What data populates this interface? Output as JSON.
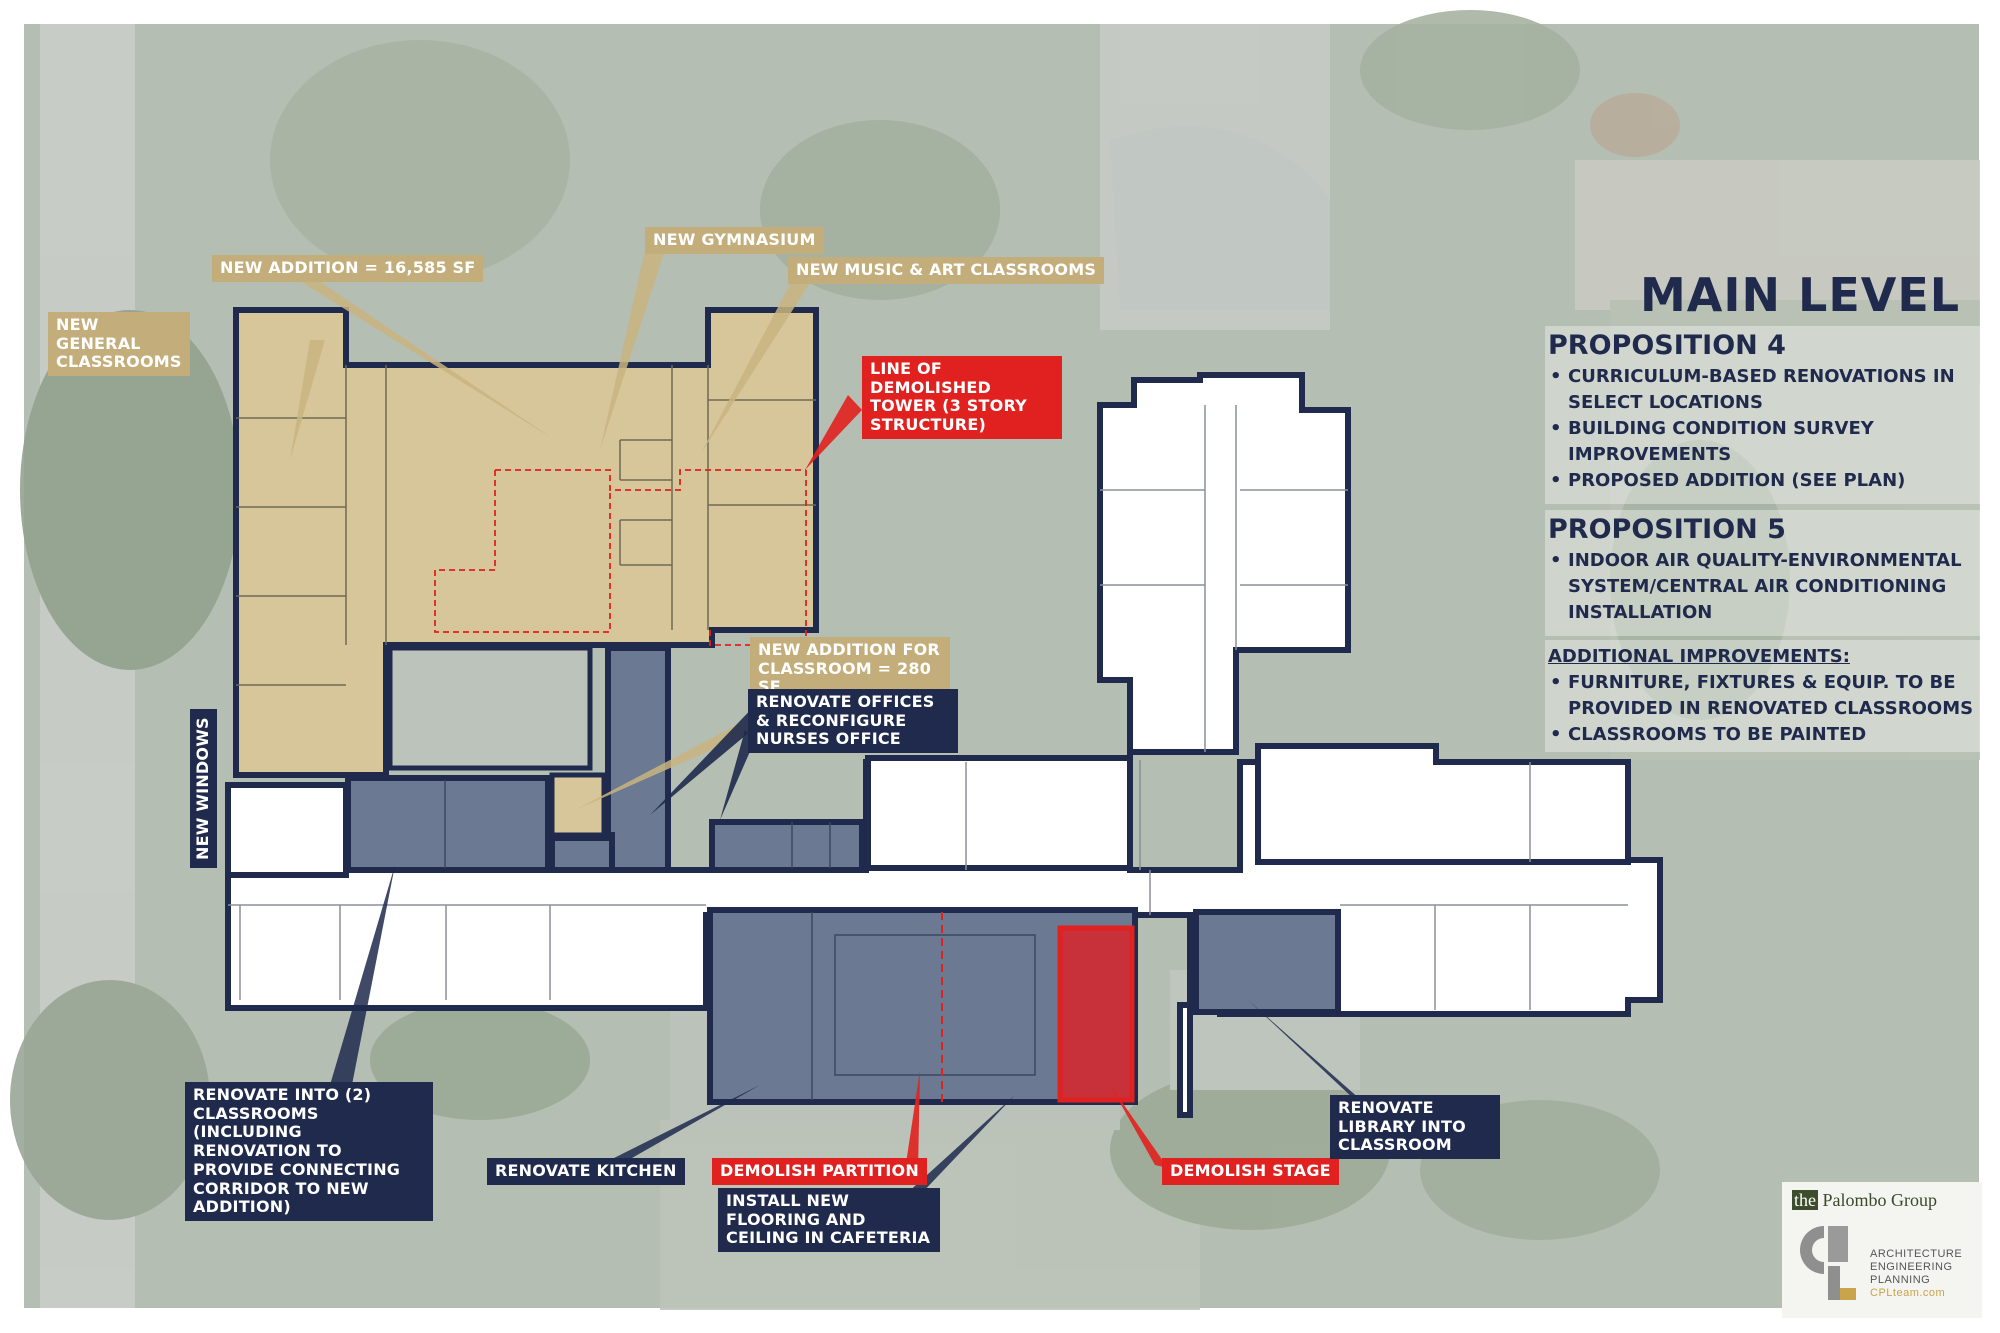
{
  "title": "MAIN LEVEL",
  "legend": {
    "prop4": {
      "heading": "PROPOSITION 4",
      "items": [
        "CURRICULUM-BASED RENOVATIONS IN SELECT LOCATIONS",
        "BUILDING CONDITION SURVEY IMPROVEMENTS",
        "PROPOSED ADDITION (SEE PLAN)"
      ]
    },
    "prop5": {
      "heading": "PROPOSITION 5",
      "items": [
        "INDOOR AIR QUALITY-ENVIRONMENTAL SYSTEM/CENTRAL AIR CONDITIONING INSTALLATION"
      ]
    },
    "additional": {
      "heading": "ADDITIONAL IMPROVEMENTS:",
      "items": [
        "FURNITURE, FIXTURES & EQUIP. TO BE PROVIDED IN RENOVATED CLASSROOMS",
        "CLASSROOMS TO BE PAINTED"
      ]
    }
  },
  "callouts": {
    "new_addition": "NEW ADDITION = 16,585 SF",
    "new_gymnasium": "NEW GYMNASIUM",
    "new_music_art": "NEW MUSIC & ART CLASSROOMS",
    "new_general_classrooms": "NEW GENERAL CLASSROOMS",
    "demolished_tower": "LINE OF DEMOLISHED TOWER (3 STORY STRUCTURE)",
    "new_addition_classroom": "NEW ADDITION FOR CLASSROOM = 280 SF",
    "renovate_offices": "RENOVATE OFFICES & RECONFIGURE NURSES OFFICE",
    "new_windows": "NEW WINDOWS",
    "renovate_two_classrooms": "RENOVATE INTO (2) CLASSROOMS (INCLUDING RENOVATION TO PROVIDE CONNECTING CORRIDOR TO NEW ADDITION)",
    "renovate_kitchen": "RENOVATE KITCHEN",
    "demolish_partition": "DEMOLISH PARTITION",
    "install_flooring": "INSTALL NEW FLOORING AND CEILING IN CAFETERIA",
    "demolish_stage": "DEMOLISH STAGE",
    "renovate_library": "RENOVATE  LIBRARY INTO CLASSROOM"
  },
  "logo": {
    "company_prefix": "the",
    "company_name": "Palombo Group",
    "services": [
      "ARCHITECTURE",
      "ENGINEERING",
      "PLANNING"
    ],
    "url": "CPLteam.com"
  },
  "colors": {
    "navy": "#1f2a4c",
    "tan": "#c3ad7a",
    "addition_fill": "#d8c69b",
    "renovation_fill": "#6b7a92",
    "red": "#e1211f",
    "background": "#b3bcb1"
  }
}
